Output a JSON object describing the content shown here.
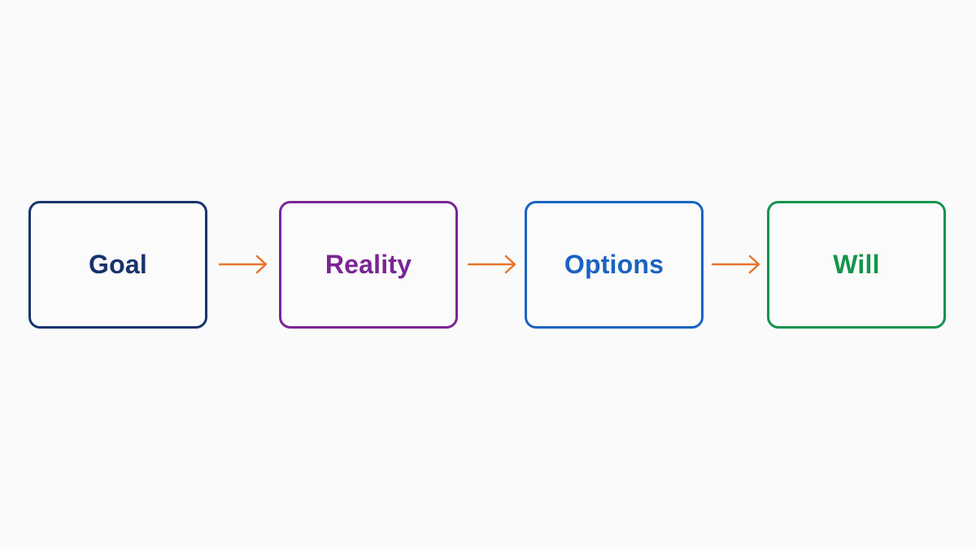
{
  "steps": [
    {
      "label": "Goal",
      "color": "#17346b"
    },
    {
      "label": "Reality",
      "color": "#7b2594"
    },
    {
      "label": "Options",
      "color": "#1a63c1"
    },
    {
      "label": "Will",
      "color": "#14944a"
    }
  ],
  "arrow_color": "#e8742a",
  "arrow_icon": "right-arrow-icon"
}
